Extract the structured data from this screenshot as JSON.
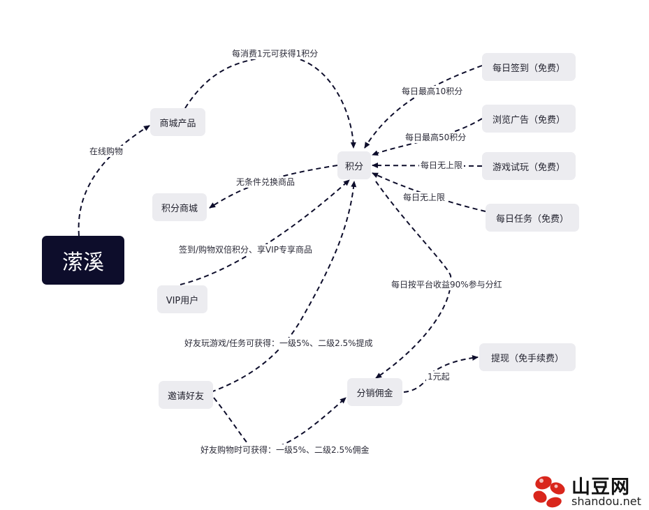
{
  "root": {
    "label": "潆溪"
  },
  "nodes": {
    "mall_products": "商城产品",
    "points": "积分",
    "points_mall": "积分商城",
    "vip_user": "VIP用户",
    "invite_friends": "邀请好友",
    "commission": "分销佣金",
    "daily_checkin": "每日签到（免费）",
    "browse_ads": "浏览广告（免费）",
    "game_trial": "游戏试玩（免费）",
    "daily_tasks": "每日任务（免费）",
    "withdraw": "提现（免手续费）"
  },
  "edge_labels": {
    "online_shopping": "在线购物",
    "per_yuan": "每消费1元可获得1积分",
    "max10": "每日最高10积分",
    "max50": "每日最高50积分",
    "unlimited1": "每日无上限",
    "unlimited2": "每日无上限",
    "exchange": "无条件兑换商品",
    "vip_benefit": "签到/购物双倍积分、享VIP专享商品",
    "dividend": "每日按平台收益90%参与分红",
    "friend_game": "好友玩游戏/任务可获得：一级5%、二级2.5%提成",
    "friend_shop": "好友购物时可获得：一级5%、二级2.5%佣金",
    "one_yuan": "1元起"
  },
  "watermark": {
    "name": "山豆网",
    "domain": "shandou.net"
  },
  "colors": {
    "edge": "#0d0d2b",
    "root": "#0d0d2b",
    "node": "#ececf0",
    "logo_red": "#d9261c"
  }
}
